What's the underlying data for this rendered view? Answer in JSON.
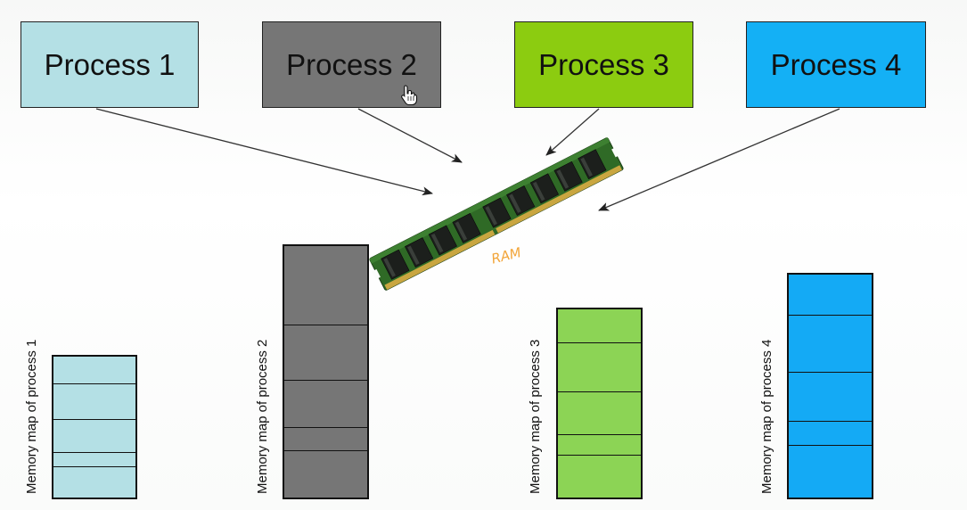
{
  "processes": [
    {
      "label": "Process 1",
      "color": "#b4e0e5"
    },
    {
      "label": "Process 2",
      "color": "#767676"
    },
    {
      "label": "Process 3",
      "color": "#8ccc10"
    },
    {
      "label": "Process 4",
      "color": "#14b0f5"
    }
  ],
  "ram": {
    "label": "RAM",
    "icon": "ram-module-icon"
  },
  "memory_maps": [
    {
      "label": "Memory map of process 1",
      "color": "#b4e0e5"
    },
    {
      "label": "Memory map of process 2",
      "color": "#767676"
    },
    {
      "label": "Memory map of process 3",
      "color": "#8cd455"
    },
    {
      "label": "Memory map of process 4",
      "color": "#14aaf5"
    }
  ],
  "cursor": {
    "icon": "hand-pointer-icon"
  }
}
